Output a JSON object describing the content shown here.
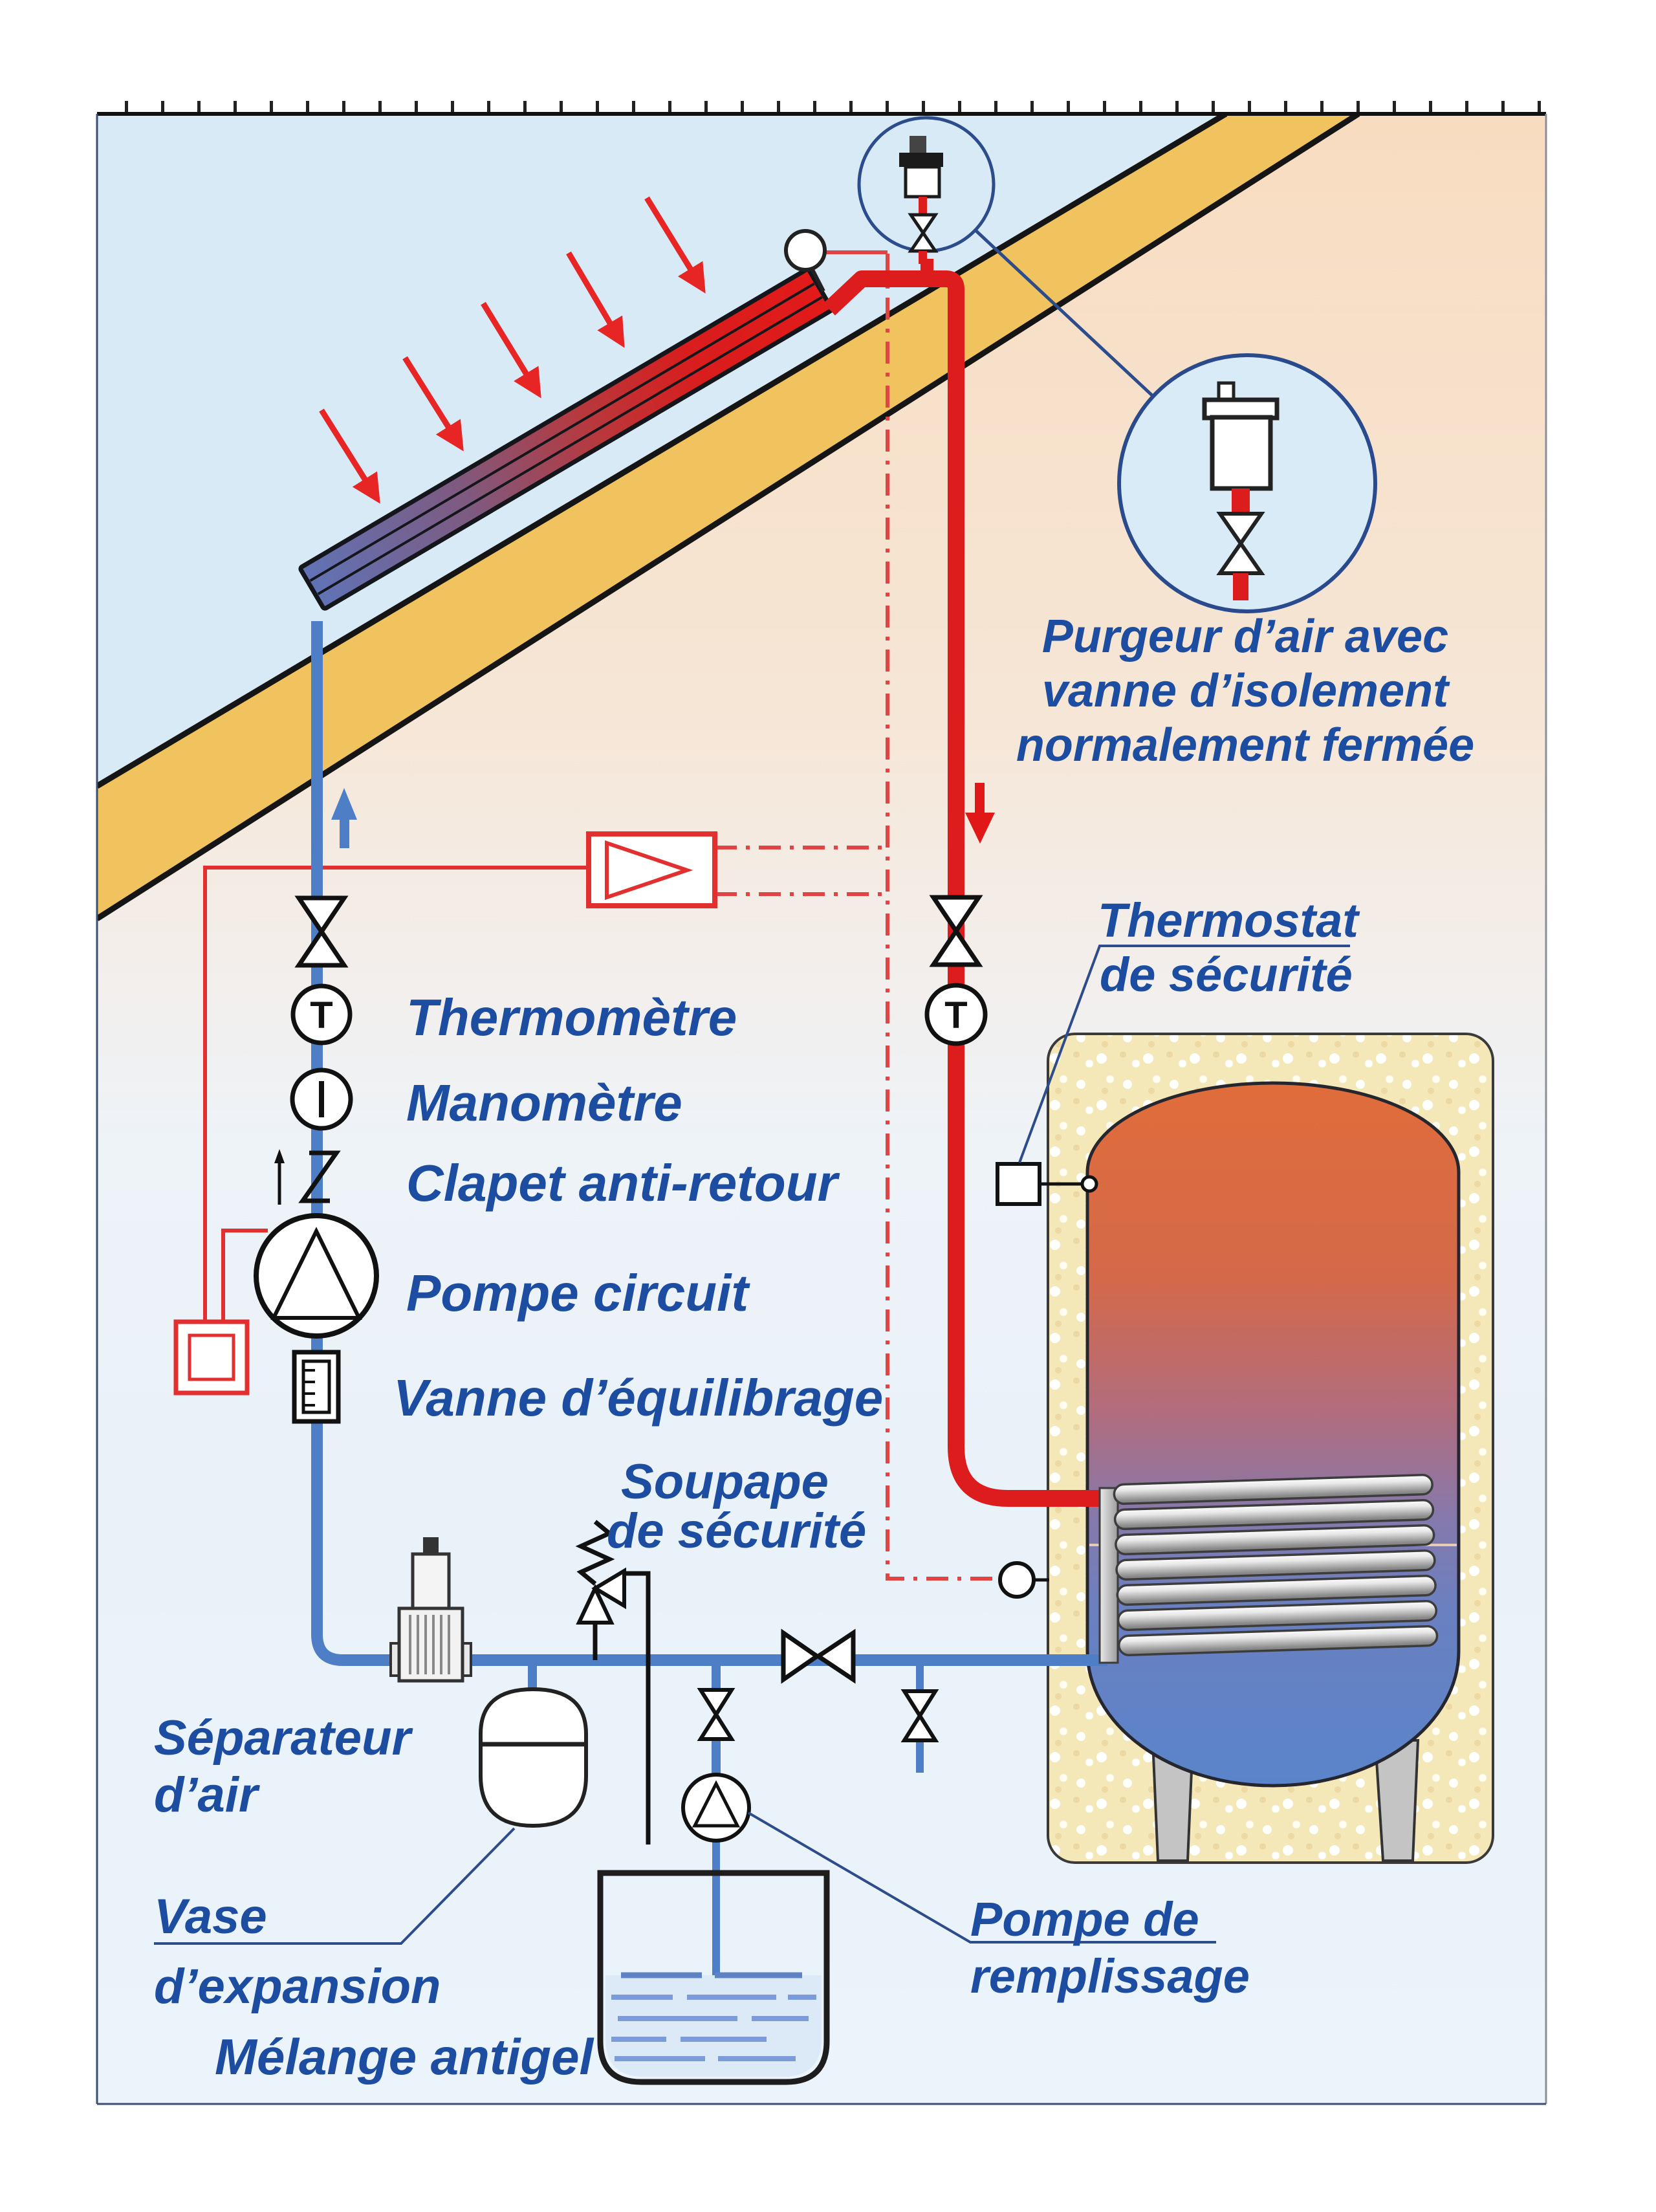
{
  "diagram": {
    "type": "solar-thermal-heating-schematic",
    "language": "fr"
  },
  "labels": {
    "purgeur_line1": "Purgeur d’air avec",
    "purgeur_line2": "vanne d’isolement",
    "purgeur_line3": "normalement fermée",
    "thermostat_line1": "Thermostat",
    "thermostat_line2": "de sécurité",
    "thermometre": "Thermomètre",
    "manometre": "Manomètre",
    "clapet": "Clapet anti-retour",
    "pompe_circuit": "Pompe circuit",
    "vanne_equilibrage": "Vanne d’équilibrage",
    "soupape_line1": "Soupape",
    "soupape_line2": "de sécurité",
    "separateur_line1": "Séparateur",
    "separateur_line2": "d’air",
    "vase_line1": "Vase",
    "vase_line2": "d’expansion",
    "melange": "Mélange antigel",
    "pompe_remplissage_line1": "Pompe de",
    "pompe_remplissage_line2": "remplissage"
  },
  "symbols": {
    "thermometer_letter": "T"
  },
  "colors": {
    "pipe_hot": "#dd1d1d",
    "pipe_cold": "#4d7ec6",
    "control_line": "#e23030",
    "sensor_dashdot": "#e04545",
    "label_text": "#1c4da1",
    "leader_line": "#2c4c8c",
    "sky": "#d7eaf6",
    "roof": "#f1c35e",
    "insulation": "#f5e8b8",
    "tank_top": "#e06c3a",
    "tank_bottom": "#5a84ca",
    "collector_cold_end": "#6073b6",
    "collector_hot_end": "#e21a1a",
    "antifreeze_liquid": "#dce9f7"
  }
}
